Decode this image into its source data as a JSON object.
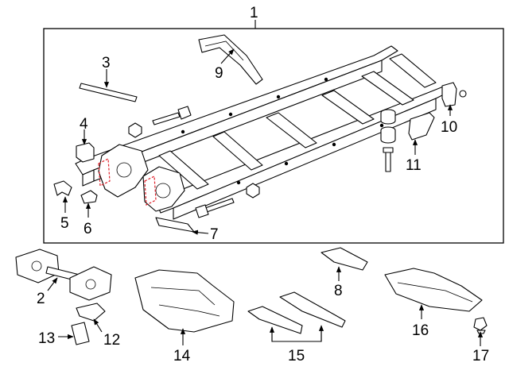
{
  "diagram": {
    "callouts": [
      "1",
      "2",
      "3",
      "4",
      "5",
      "6",
      "7",
      "8",
      "9",
      "10",
      "11",
      "12",
      "13",
      "14",
      "15",
      "16",
      "17"
    ],
    "colors": {
      "line": "#000000",
      "background": "#ffffff",
      "highlight": "#e0202a"
    }
  }
}
